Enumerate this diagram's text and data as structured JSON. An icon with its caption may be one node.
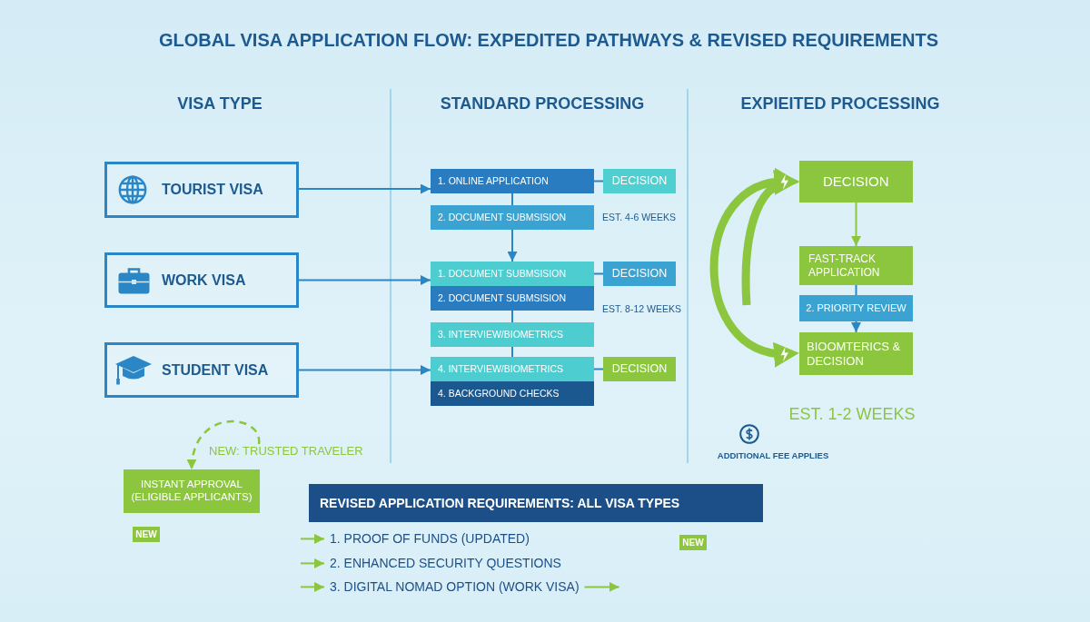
{
  "diagram": {
    "title": "GLOBAL VISA APPLICATION FLOW: EXPEDITED PATHWAYS & REVISED REQUIREMENTS",
    "nodes": [
      {
        "text": [
          "TOURIST VISA"
        ]
      },
      {
        "text": [
          "WORK VISA"
        ]
      },
      {
        "text": [
          "STUDENT VISA"
        ]
      },
      {
        "text": [
          "1. ONLINE APPLICATION"
        ]
      },
      {
        "text": [
          "DECISION"
        ]
      },
      {
        "text": [
          "2. DOCUMENT SUBMSISION"
        ]
      },
      {
        "text": [
          "1. DOCUMENT SUBMSISION"
        ]
      },
      {
        "text": [
          "DECISION"
        ]
      },
      {
        "text": [
          "2. DOCUMENT SUBMSISION"
        ]
      },
      {
        "text": [
          "3. INTERVIEW/BIOMETRICS"
        ]
      },
      {
        "text": [
          "4. INTERVIEW/BIOMETRICS"
        ]
      },
      {
        "text": [
          "DECISION"
        ]
      },
      {
        "text": [
          "4. BACKGROUND CHECKS"
        ]
      },
      {
        "text": [
          "DECISION"
        ]
      },
      {
        "text": [
          "FAST-TRACK APPLICATION"
        ]
      },
      {
        "text": [
          "2. PRIORITY REVIEW"
        ]
      },
      {
        "text": [
          "BIOOMTERICS & DECISION"
        ]
      },
      {
        "text": [
          "NEW: TRUSTED TRAVELER"
        ]
      },
      {
        "text": [
          "INSTANT APPROVAL (ELIGIBLE APPLICANTS)"
        ]
      },
      {
        "text": [
          "NEW"
        ]
      },
      {
        "text": [
          "REVISED APPLICATION REQUIREMENTS: ALL VISA TYPES"
        ]
      },
      {
        "text": [
          "1. PROOF OF FUNDS (UPDATED)"
        ]
      },
      {
        "text": [
          "2. ENHANCED SECURITY QUESTIONS"
        ]
      },
      {
        "text": [
          "3. DIGITAL NOMAD OPTION (WORK VISA)"
        ]
      },
      {
        "text": [
          "NEW"
        ]
      }
    ],
    "edges": [
      {
        "from": 0,
        "to": 3,
        "arrow": "to"
      },
      {
        "from": 1,
        "to": 6,
        "arrow": "to"
      },
      {
        "from": 2,
        "to": 10,
        "arrow": "to"
      },
      {
        "from": 3,
        "to": 4,
        "arrow": "none"
      },
      {
        "from": 3,
        "to": 5,
        "arrow": "none"
      },
      {
        "from": 5,
        "to": 6,
        "arrow": "to"
      },
      {
        "from": 6,
        "to": 7,
        "arrow": "none"
      },
      {
        "from": 8,
        "to": 9,
        "arrow": "none"
      },
      {
        "from": 9,
        "to": 10,
        "arrow": "none"
      },
      {
        "from": 10,
        "to": 11,
        "arrow": "none"
      },
      {
        "from": 13,
        "to": 14,
        "arrow": "to",
        "color": "#8cc63f"
      },
      {
        "from": 14,
        "to": 15,
        "arrow": "none"
      },
      {
        "from": 15,
        "to": 16,
        "arrow": "to"
      },
      {
        "from": 16,
        "to": 13,
        "arrow": "both",
        "style": "thick",
        "color": "#8cc63f"
      },
      {
        "from": null,
        "to": 13,
        "arrow": "to",
        "style": "thick",
        "color": "#8cc63f"
      },
      {
        "from": 17,
        "to": 18,
        "arrow": "to",
        "style": "dashed",
        "color": "#8cc63f"
      },
      {
        "from": null,
        "to": 21,
        "arrow": "to",
        "color": "#8cc63f"
      },
      {
        "from": null,
        "to": 22,
        "arrow": "to",
        "color": "#8cc63f"
      },
      {
        "from": null,
        "to": 23,
        "arrow": "to",
        "color": "#8cc63f"
      },
      {
        "from": 23,
        "to": null,
        "arrow": "to",
        "color": "#8cc63f"
      }
    ],
    "labels": [
      "VISA TYPE",
      "STANDARD PROCESSING",
      "EXPIEITED PROCESSING",
      "EST. 4-6 WEEKS",
      "EST. 8-12 WEEKS",
      "EST. 1-2 WEEKS",
      "ADDITIONAL FEE APPLIES"
    ]
  }
}
